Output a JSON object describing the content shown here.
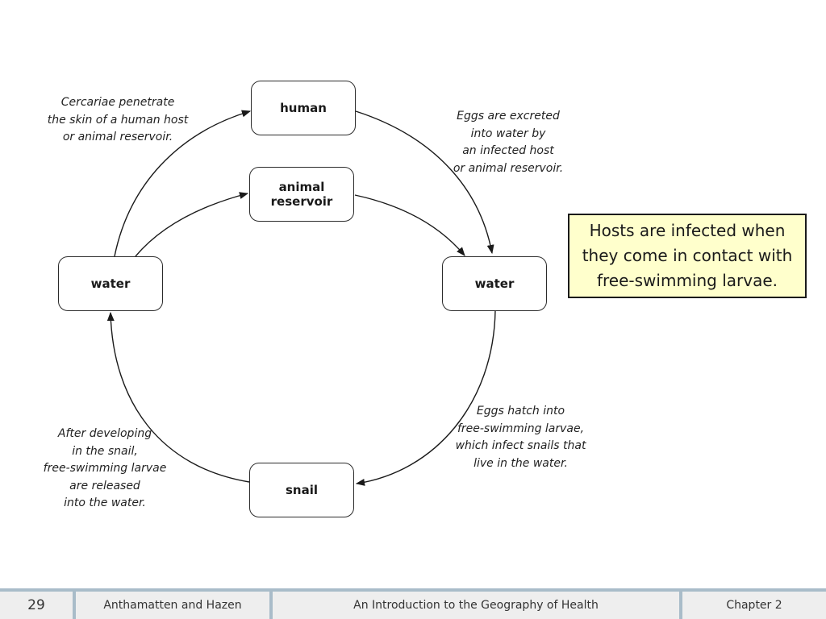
{
  "diagram": {
    "nodes": {
      "human": "human",
      "animal_reservoir": "animal\nreservoir",
      "water_left": "water",
      "water_right": "water",
      "snail": "snail"
    },
    "notes": {
      "cercariae": "Cercariae penetrate\nthe skin of a human host\nor animal reservoir.",
      "eggs_excreted": "Eggs are excreted\ninto water by\nan infected host\n     or animal reservoir.",
      "eggs_hatch": "Eggs hatch into\nfree-swimming larvae,\nwhich infect snails that\nlive in the water.",
      "after_developing": "After developing\nin the snail,\nfree-swimming larvae\nare released\ninto the water."
    }
  },
  "callout": {
    "text": "Hosts are infected when\nthey come in contact with\nfree-swimming larvae."
  },
  "footer": {
    "page_number": "29",
    "authors": "Anthamatten and Hazen",
    "book_title": "An Introduction to the Geography of Health",
    "chapter": "Chapter 2"
  },
  "colors": {
    "callout_background": "#ffffcc",
    "footer_background": "#eeeeee",
    "footer_accent": "#a9bcc9"
  }
}
